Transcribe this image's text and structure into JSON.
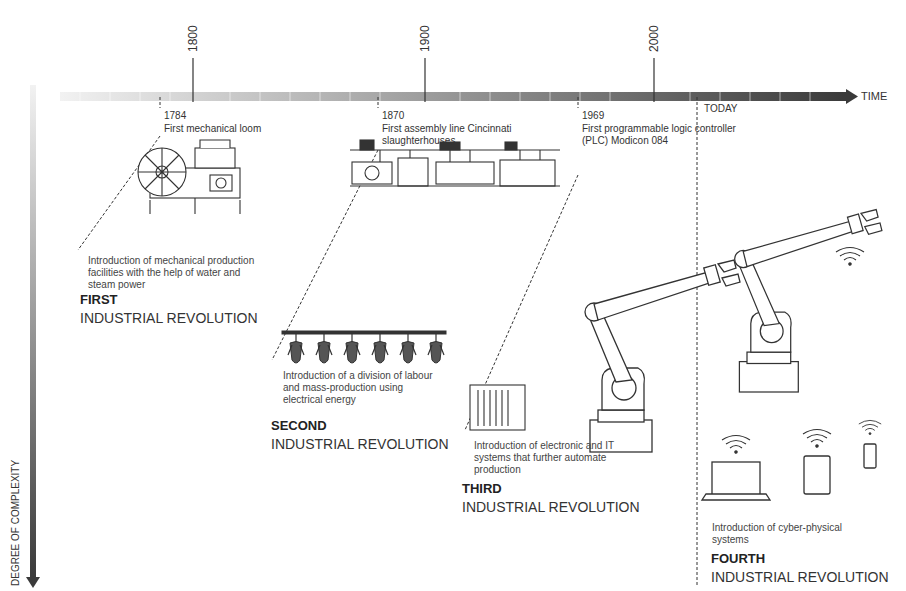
{
  "diagram": {
    "labels": [
      "1800",
      "1900",
      "2000",
      "TIME",
      "1784",
      "First mechanical loom",
      "1870",
      "First assembly line Cincinnati slaughterhouses",
      "1969",
      "First programmable logic controller (PLC) Modicon 084",
      "TODAY",
      "Introduction of mechanical production facilities with the help of water and steam power",
      "FIRST",
      "INDUSTRIAL REVOLUTION",
      "Introduction of a division of labour and mass-production using electrical energy",
      "SECOND",
      "INDUSTRIAL REVOLUTION",
      "Introduction of electronic and IT systems that further automate production",
      "THIRD",
      "INDUSTRIAL REVOLUTION",
      "Introduction of cyber-physical systems",
      "FOURTH",
      "INDUSTRIAL REVOLUTION",
      "DEGREE OF COMPLEXITY"
    ]
  }
}
